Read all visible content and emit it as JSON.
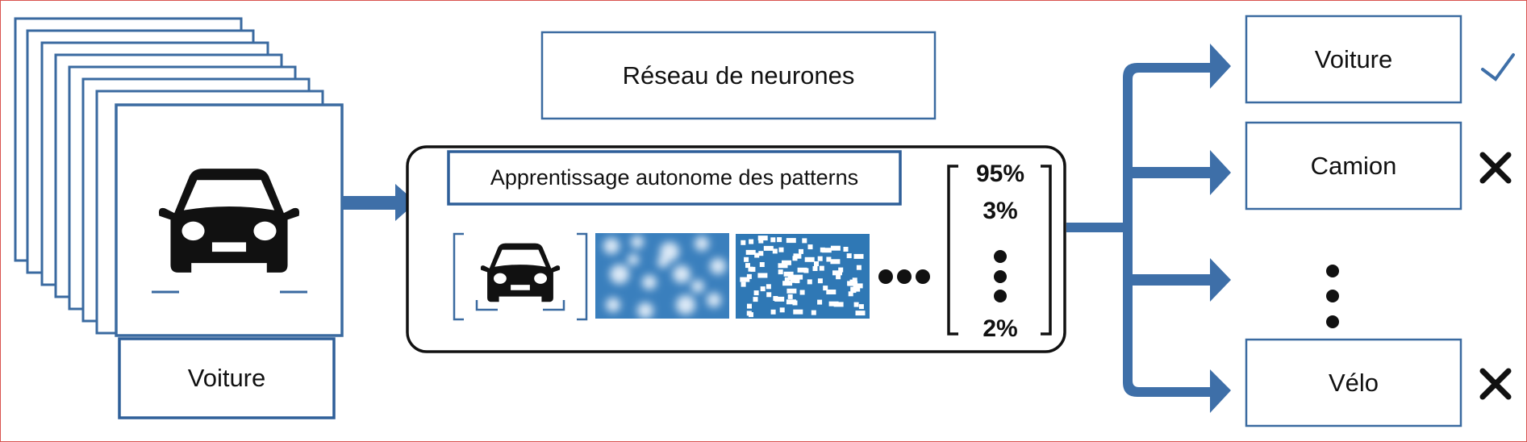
{
  "input": {
    "label": "Voiture",
    "icon": "car-icon"
  },
  "network": {
    "title": "Réseau de neurones",
    "learning_label": "Apprentissage autonome des patterns",
    "feature_icons": [
      "car-icon",
      "texture-pattern-icon",
      "pixel-pattern-icon",
      "ellipsis-icon"
    ],
    "probabilities": {
      "first": "95%",
      "second": "3%",
      "last": "2%"
    }
  },
  "outputs": [
    {
      "label": "Voiture",
      "status": "correct",
      "mark_icon": "check-icon"
    },
    {
      "label": "Camion",
      "status": "incorrect",
      "mark_icon": "cross-icon"
    },
    {
      "label": "Vélo",
      "status": "incorrect",
      "mark_icon": "cross-icon"
    }
  ],
  "colors": {
    "accent_blue": "#3e6fa8",
    "box_border": "#3a6aa0",
    "pattern_blue": "#2f78b5",
    "text": "#111111",
    "frame": "#d9534f"
  }
}
